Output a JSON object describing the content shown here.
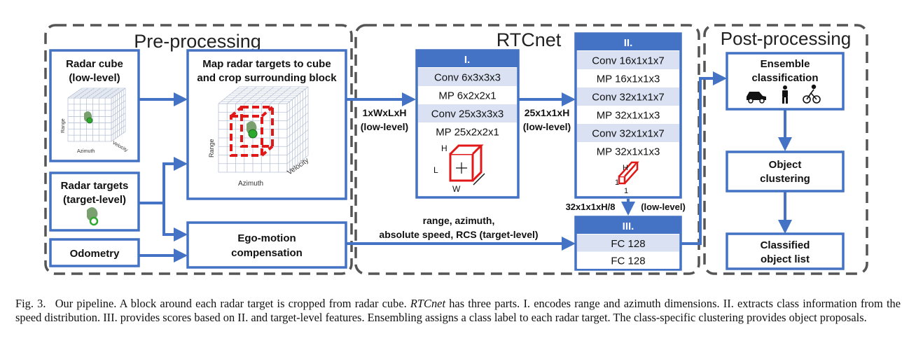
{
  "sections": {
    "pre": "Pre-processing",
    "rtc": "RTCnet",
    "post": "Post-processing"
  },
  "pre": {
    "radar_cube": [
      "Radar cube",
      "(low-level)"
    ],
    "radar_targets": [
      "Radar targets",
      "(target-level)"
    ],
    "odometry": "Odometry",
    "map": [
      "Map radar targets to cube",
      "and crop surrounding block"
    ],
    "ego": [
      "Ego-motion",
      "compensation"
    ],
    "cube_axes": {
      "range": "Range",
      "azimuth": "Azimuth",
      "velocity": "Velocity"
    }
  },
  "edges": {
    "input_dim": [
      "1xWxLxH",
      "(low-level)"
    ],
    "mid_dim": [
      "25x1x1xH",
      "(low-level)"
    ],
    "flat_dim": "32x1x1xH/8",
    "flat_level": "(low-level)",
    "target_feat": [
      "range, azimuth,",
      "absolute speed, RCS (target-level)"
    ]
  },
  "block1": {
    "title": "I.",
    "layers": [
      "Conv 6x3x3x3",
      "MP 6x2x2x1",
      "Conv 25x3x3x3",
      "MP 25x2x2x1"
    ],
    "dims": {
      "h": "H",
      "l": "L",
      "w": "W"
    }
  },
  "block2": {
    "title": "II.",
    "layers": [
      "Conv 16x1x1x7",
      "MP 16x1x1x3",
      "Conv 32x1x1x7",
      "MP 32x1x1x3",
      "Conv 32x1x1x7",
      "MP 32x1x1x3"
    ],
    "dims": {
      "h": "H",
      "a": "1",
      "b": "1"
    }
  },
  "block3": {
    "title": "III.",
    "layers": [
      "FC 128",
      "FC 128"
    ]
  },
  "post": {
    "ensemble": [
      "Ensemble",
      "classification"
    ],
    "clustering": [
      "Object",
      "clustering"
    ],
    "classified": [
      "Classified",
      "object list"
    ]
  },
  "caption": {
    "label": "Fig. 3.",
    "before_italic": "Our pipeline. A block around each radar target is cropped from radar cube. ",
    "italic": "RTCnet",
    "after_italic": " has three parts. I. encodes range and azimuth dimensions. II. extracts class information from the speed distribution. III. provides scores based on II. and target-level features. Ensembling assigns a class label to each radar target. The class-specific clustering provides object proposals."
  },
  "colors": {
    "blue": "#4472c4",
    "row_light": "#d9e1f2",
    "dash_gray": "#555555",
    "red": "#e01818",
    "green": "#2ea82e",
    "cube_line": "#b9c2d6"
  }
}
